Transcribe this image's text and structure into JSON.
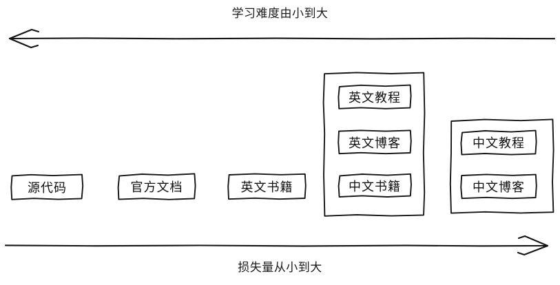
{
  "diagram": {
    "type": "learning-resource-difficulty-vs-loss",
    "top_axis": {
      "label": "学习难度由小到大",
      "direction": "left",
      "arrow_name": "difficulty-arrow"
    },
    "bottom_axis": {
      "label": "损失量从小到大",
      "direction": "right",
      "arrow_name": "loss-arrow"
    },
    "columns": [
      {
        "id": "col-1",
        "grouped": false,
        "items": [
          {
            "id": "item-source-code",
            "label": "源代码"
          }
        ]
      },
      {
        "id": "col-2",
        "grouped": false,
        "items": [
          {
            "id": "item-official-docs",
            "label": "官方文档"
          }
        ]
      },
      {
        "id": "col-3",
        "grouped": false,
        "items": [
          {
            "id": "item-english-books",
            "label": "英文书籍"
          }
        ]
      },
      {
        "id": "col-4",
        "grouped": true,
        "items": [
          {
            "id": "item-english-tutorial",
            "label": "英文教程"
          },
          {
            "id": "item-english-blog",
            "label": "英文博客"
          },
          {
            "id": "item-chinese-books",
            "label": "中文书籍"
          }
        ]
      },
      {
        "id": "col-5",
        "grouped": true,
        "items": [
          {
            "id": "item-chinese-tutorial",
            "label": "中文教程"
          },
          {
            "id": "item-chinese-blog",
            "label": "中文博客"
          }
        ]
      }
    ],
    "colors": {
      "stroke": "#151515",
      "fill": "#ffffff",
      "text": "#111111",
      "background": "#ffffff"
    }
  }
}
